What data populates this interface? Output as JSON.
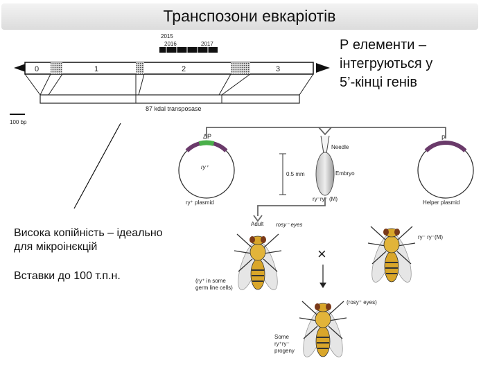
{
  "title": "Транспозони евкаріотів",
  "right_note": [
    "Р елементи –",
    "інтегруються у",
    "5’-кінці генів"
  ],
  "left_note_1": [
    "Висока копійність – ідеально",
    "для мікроінєкцій"
  ],
  "left_note_2": "Вставки до 100 т.п.н.",
  "gene_map": {
    "ruler_labels": [
      "2015",
      "2016",
      "2017"
    ],
    "exons": [
      "0",
      "1",
      "2",
      "3"
    ],
    "protein": "87 kdal transposase",
    "scale": "100 bp"
  },
  "injection": {
    "delta_p": "ΔP",
    "p": "P",
    "ry_plus": "ry⁺",
    "ry_plasmid": "ry⁺ plasmid",
    "helper_plasmid": "Helper plasmid",
    "needle": "Needle",
    "embryo": "Embryo",
    "scale": "0.5 mm",
    "embryo_genotype": "ry⁻ry⁻ (M)"
  },
  "cross": {
    "adult": "Adult",
    "rosy_eyes": "rosy⁻ eyes",
    "germ_line_1": "(ry⁺ in some",
    "germ_line_2": "germ line cells)",
    "mate_genotype": "ry⁻ ry⁻(M)",
    "cross_symbol": "×",
    "offspring_eyes": "(rosy⁺ eyes)",
    "progeny_1": "Some",
    "progeny_2": "ry⁺ry⁻",
    "progeny_3": "progeny"
  }
}
